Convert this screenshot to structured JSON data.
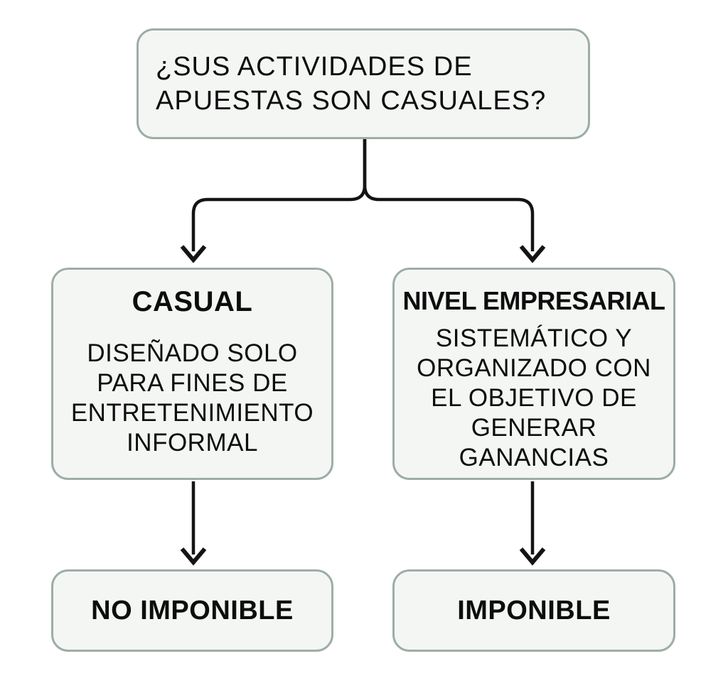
{
  "diagram": {
    "type": "flowchart",
    "language": "es",
    "colors": {
      "background": "#ffffff",
      "node_fill": "#f4f6f4",
      "node_border": "#9dada7",
      "connector": "#141414",
      "text": "#0d0d0d"
    },
    "nodes": {
      "question": {
        "text": "¿SUS ACTIVIDADES DE\nAPUESTAS SON CASUALES?"
      },
      "casual": {
        "title": "CASUAL",
        "body": "DISEÑADO SOLO\nPARA FINES DE\nENTRETENIMIENTO\nINFORMAL"
      },
      "business": {
        "title": "NIVEL EMPRESARIAL",
        "body": "SISTEMÁTICO Y\nORGANIZADO CON\nEL OBJETIVO DE\nGENERAR\nGANANCIAS"
      },
      "not_taxable": {
        "label": "NO IMPONIBLE"
      },
      "taxable": {
        "label": "IMPONIBLE"
      }
    },
    "edges": [
      {
        "from": "question",
        "to": "casual",
        "style": "elbow-arrow"
      },
      {
        "from": "question",
        "to": "business",
        "style": "elbow-arrow"
      },
      {
        "from": "casual",
        "to": "not_taxable",
        "style": "straight-arrow"
      },
      {
        "from": "business",
        "to": "taxable",
        "style": "straight-arrow"
      }
    ]
  }
}
